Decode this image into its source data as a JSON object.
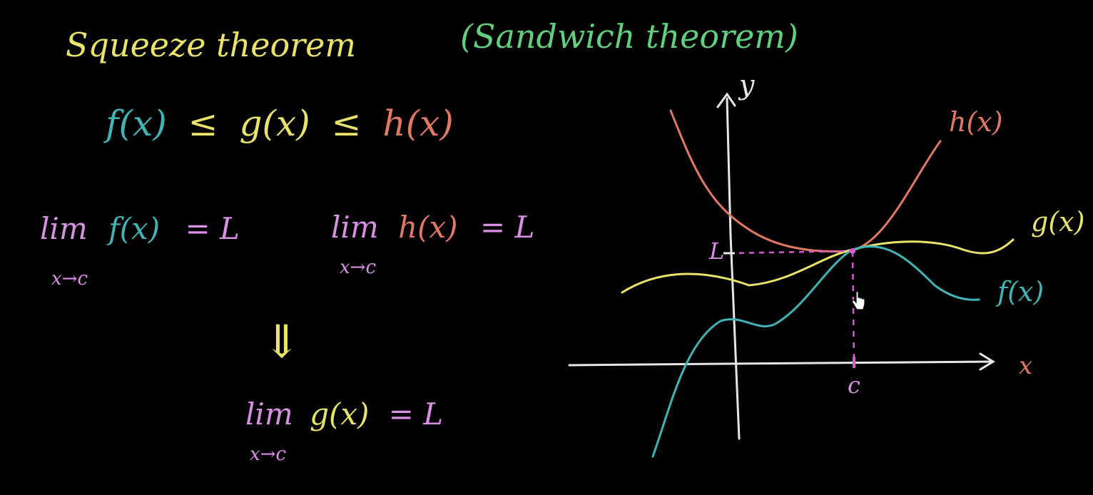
{
  "colors": {
    "yellow": "#e9e36a",
    "green": "#5fd07d",
    "teal": "#3fb3b6",
    "pink": "#d98fe4",
    "salmon": "#e27864",
    "white": "#e6e6e6",
    "magenta": "#d45ad0"
  },
  "headings": {
    "squeeze": "Squeeze theorem",
    "sandwich": "(Sandwich theorem)"
  },
  "inequality": {
    "f": "f(x)",
    "le1": "≤",
    "g": "g(x)",
    "le2": "≤",
    "h": "h(x)"
  },
  "limit_f": {
    "lim": "lim",
    "fx": "f(x)",
    "eq": "= L",
    "sub": "x→c"
  },
  "limit_h": {
    "lim": "lim",
    "hx": "h(x)",
    "eq": "= L",
    "sub": "x→c"
  },
  "implies": "⇓",
  "limit_g": {
    "lim": "lim",
    "gx": "g(x)",
    "eq": "= L",
    "sub": "x→c"
  },
  "graph": {
    "y_axis_label": "y",
    "x_axis_label": "x",
    "h_label": "h(x)",
    "g_label": "g(x)",
    "f_label": "f(x)",
    "L_label": "L",
    "c_label": "c",
    "cursor_icon": "hand-pointer-icon"
  }
}
